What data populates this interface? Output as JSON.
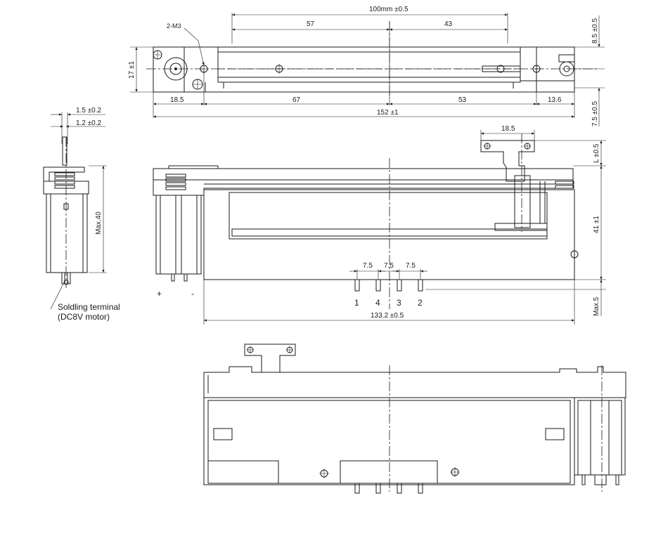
{
  "top_view": {
    "overall_pitch": "100mm ±0.5",
    "dim_57": "57",
    "dim_43": "43",
    "screw_label": "2-M3",
    "dim_18_5": "18.5",
    "dim_67": "67",
    "dim_53": "53",
    "dim_13_6": "13.6",
    "overall_length": "152 ±1",
    "height_17": "17 ±1",
    "right_8_5": "8.5 ±0.5",
    "right_7_5": "7.5 ±0.5"
  },
  "front_view": {
    "knob_18_5": "18.5",
    "l_dim": "L ±0.5",
    "height_41": "41 ±1",
    "max_5": "Max.5",
    "pitch_1": "7.5",
    "pitch_2": "7.5",
    "pitch_3": "7.5",
    "terminal_1": "1",
    "terminal_4": "4",
    "terminal_3": "3",
    "terminal_2": "2",
    "length_133": "133.2 ±0.5",
    "plus": "+",
    "minus": "-"
  },
  "side_view": {
    "dim_1_5": "1.5 ±0.2",
    "dim_1_2": "1.2 ±0.2",
    "max_40": "Max.40",
    "note_line1": "Soldling terminal",
    "note_line2": "(DC8V motor)"
  }
}
